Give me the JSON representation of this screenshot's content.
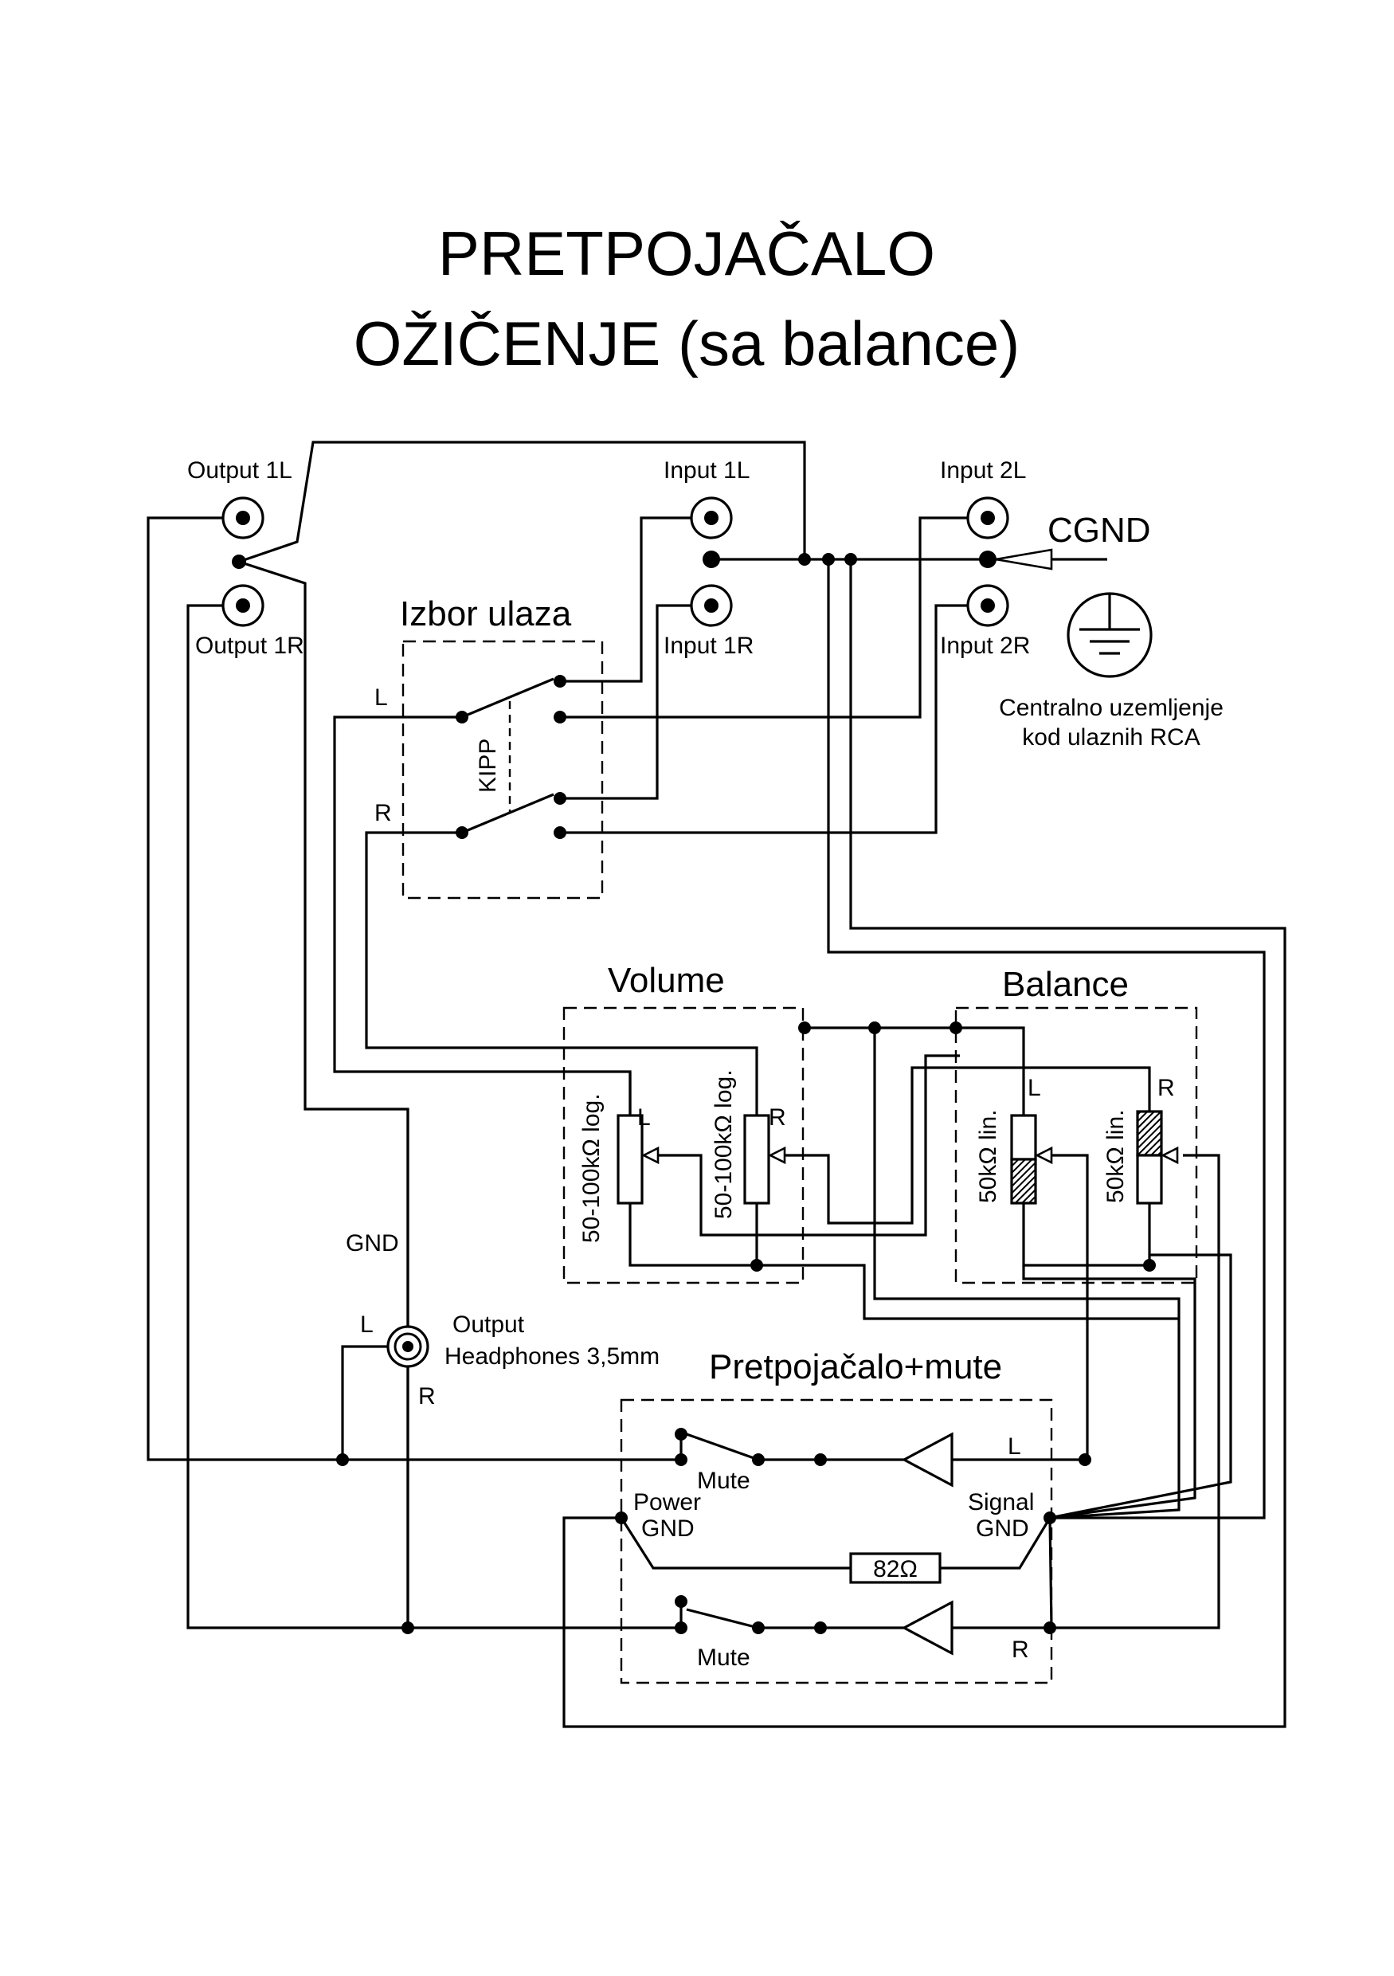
{
  "title": {
    "line1": "PRETPOJAČALO",
    "line2": "OŽIČENJE (sa balance)"
  },
  "connectors": {
    "output_1l": "Output 1L",
    "output_1r": "Output 1R",
    "input_1l": "Input 1L",
    "input_1r": "Input 1R",
    "input_2l": "Input 2L",
    "input_2r": "Input 2R"
  },
  "ground": {
    "cgnd": "CGND",
    "note_line1": "Centralno uzemljenje",
    "note_line2": "kod ulaznih RCA",
    "gnd": "GND"
  },
  "selector": {
    "title": "Izbor ulaza",
    "switch": "KIPP",
    "left": "L",
    "right": "R"
  },
  "volume": {
    "title": "Volume",
    "pot_l_value": "50-100kΩ log.",
    "pot_r_value": "50-100kΩ log.",
    "left": "L",
    "right": "R"
  },
  "balance": {
    "title": "Balance",
    "pot_l_value": "50kΩ lin.",
    "pot_r_value": "50kΩ lin.",
    "left": "L",
    "right": "R"
  },
  "headphones": {
    "line1": "Output",
    "line2": "Headphones 3,5mm",
    "left": "L",
    "right": "R"
  },
  "preamp": {
    "title": "Pretpojačalo+mute",
    "mute_top": "Mute",
    "mute_bottom": "Mute",
    "power_gnd_line1": "Power",
    "power_gnd_line2": "GND",
    "signal_gnd_line1": "Signal",
    "signal_gnd_line2": "GND",
    "resistor": "82Ω",
    "left": "L",
    "right": "R"
  }
}
